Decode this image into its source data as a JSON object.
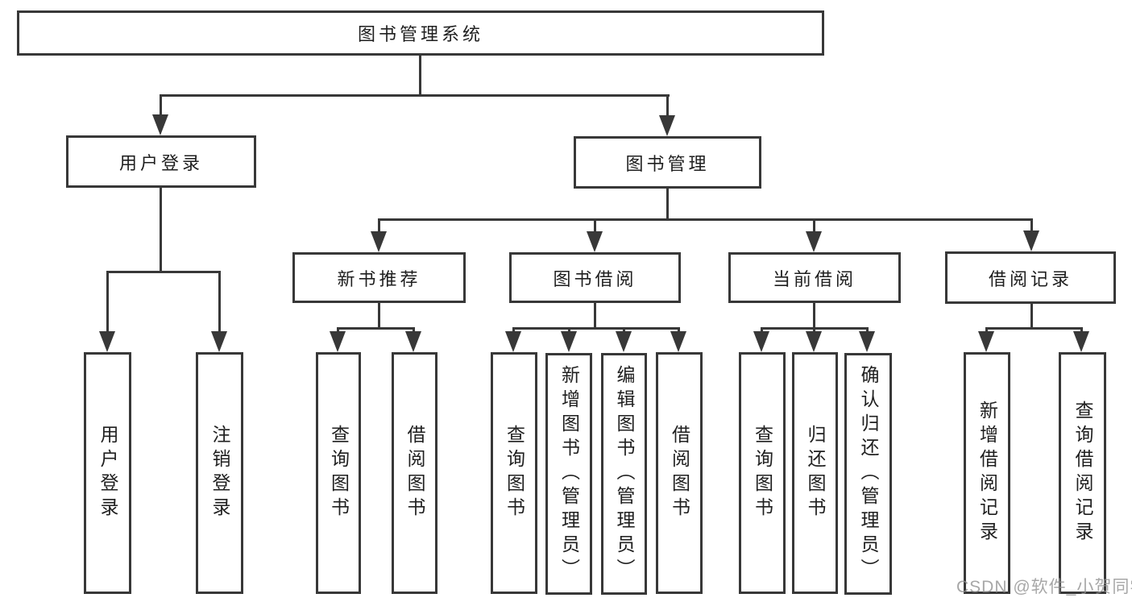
{
  "colors": {
    "line": "#383838",
    "text": "#1f1f1f",
    "background": "#ffffff",
    "watermark": "#919191"
  },
  "root": {
    "label": "图书管理系统"
  },
  "level2": {
    "user_login": {
      "label": "用户登录"
    },
    "book_management": {
      "label": "图书管理"
    }
  },
  "level3": {
    "new_book_recommend": {
      "label": "新书推荐"
    },
    "book_borrow": {
      "label": "图书借阅"
    },
    "current_borrow": {
      "label": "当前借阅"
    },
    "borrow_records": {
      "label": "借阅记录"
    }
  },
  "leaves": {
    "user_login": {
      "label": "用户登录"
    },
    "logout": {
      "label": "注销登录"
    },
    "recommend_query_books": {
      "label": "查询图书"
    },
    "recommend_borrow_books": {
      "label": "借阅图书"
    },
    "borrow_query_books": {
      "label": "查询图书"
    },
    "borrow_add_books": {
      "label": "新增图书（管理员）"
    },
    "borrow_edit_books": {
      "label": "编辑图书（管理员）"
    },
    "borrow_borrow_books": {
      "label": "借阅图书"
    },
    "current_query_books": {
      "label": "查询图书"
    },
    "current_return_books": {
      "label": "归还图书"
    },
    "current_confirm_return": {
      "label": "确认归还（管理员）"
    },
    "records_add_record": {
      "label": "新增借阅记录"
    },
    "records_query_record": {
      "label": "查询借阅记录"
    }
  },
  "watermark": {
    "text": "CSDN @软件_小贺同学"
  }
}
